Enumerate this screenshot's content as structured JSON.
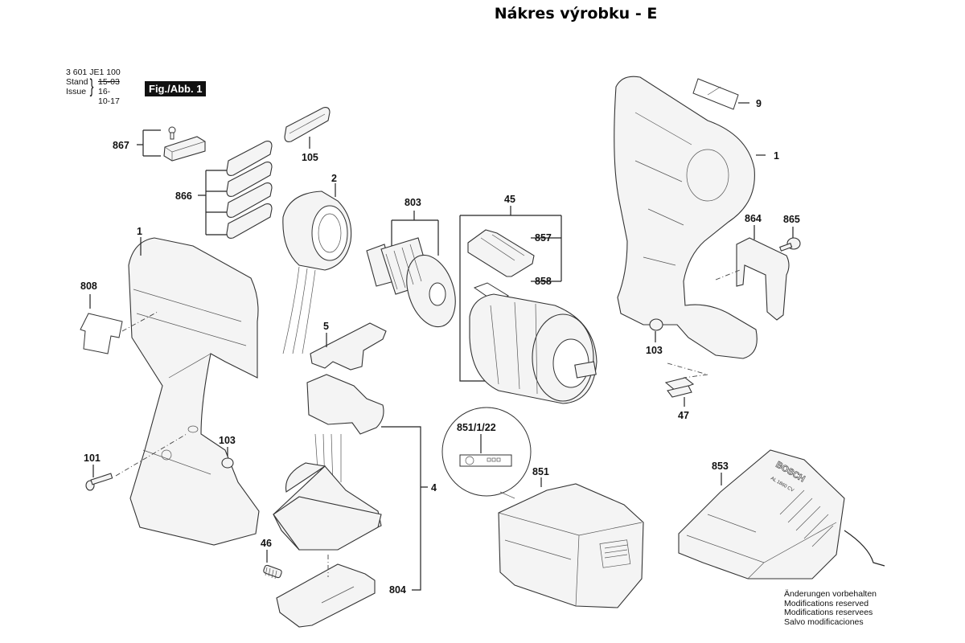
{
  "page": {
    "title": "Nákres výrobku - E"
  },
  "drawing_info": {
    "part_number": "3 601 JE1 100",
    "stand_label": "Stand",
    "issue_label": "Issue",
    "stand_value": "15-03",
    "issue_value": "16-10-17",
    "figure_badge": "Fig./Abb. 1"
  },
  "callouts": {
    "p867": "867",
    "p105": "105",
    "p866": "866",
    "p2": "2",
    "p803": "803",
    "p45": "45",
    "p857": "857",
    "p858": "858",
    "p9": "9",
    "p1_right": "1",
    "p864": "864",
    "p865": "865",
    "p103_right": "103",
    "p47": "47",
    "p1_left": "1",
    "p808": "808",
    "p5": "5",
    "p101": "101",
    "p103_left": "103",
    "p4": "4",
    "p46": "46",
    "p804": "804",
    "p851_1_22": "851/1/22",
    "p851": "851",
    "p853": "853"
  },
  "charger_brand": {
    "brand": "BOSCH",
    "model": "AL 1860 CV"
  },
  "disclaimer": [
    "Änderungen vorbehalten",
    "Modifications reserved",
    "Modifications reservees",
    "Salvo modificaciones"
  ]
}
